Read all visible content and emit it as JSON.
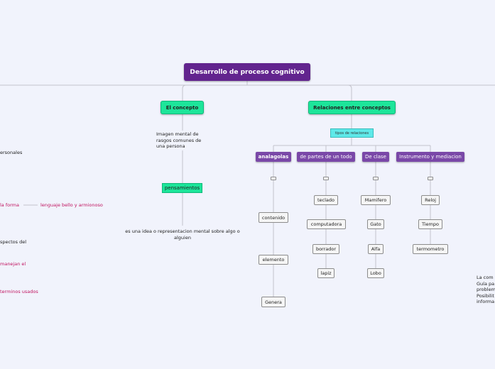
{
  "root": "Desarrollo de proceso cognitivo",
  "concepto": {
    "title": "El concepto",
    "description": "Imagen mental de rasgos comunes de una persona",
    "pensamientos": "pensamientos",
    "idea": "es una idea o representacion mental sobre algo o alguien"
  },
  "relaciones": {
    "title": "Relaciones entre conceptos",
    "tipos": "tipos de relaciones",
    "categories": [
      {
        "label": "analagolas",
        "items": [
          "contenido",
          "elemento",
          "Genera"
        ]
      },
      {
        "label": "de partes de un todo",
        "items": [
          "teclado",
          "computadora",
          "borrador",
          "lapiz"
        ]
      },
      {
        "label": "De clase",
        "items": [
          "Mamifero",
          "Gato",
          "Alfa",
          "Lobo"
        ]
      },
      {
        "label": "Instrumento y mediacion",
        "items": [
          "Reloj",
          "Tiempo",
          "termometro"
        ]
      }
    ]
  },
  "left_fragments": {
    "f1": "ersonales",
    "f2": "la forma",
    "f3": "lenguaje bello y armionoso",
    "f4": "spectos del",
    "f5": "manejan  el",
    "f6": "terminos usados"
  },
  "right_fragments": [
    "La com",
    "Guía pa",
    "problem",
    "Posibilit",
    "informa"
  ],
  "colors": {
    "background": "#f1f3fc",
    "root": "#62248e",
    "concept": "#1de59a",
    "category": "#7a48a8",
    "subtitle": "#5ee9e9",
    "accent_text": "#c0135f"
  }
}
